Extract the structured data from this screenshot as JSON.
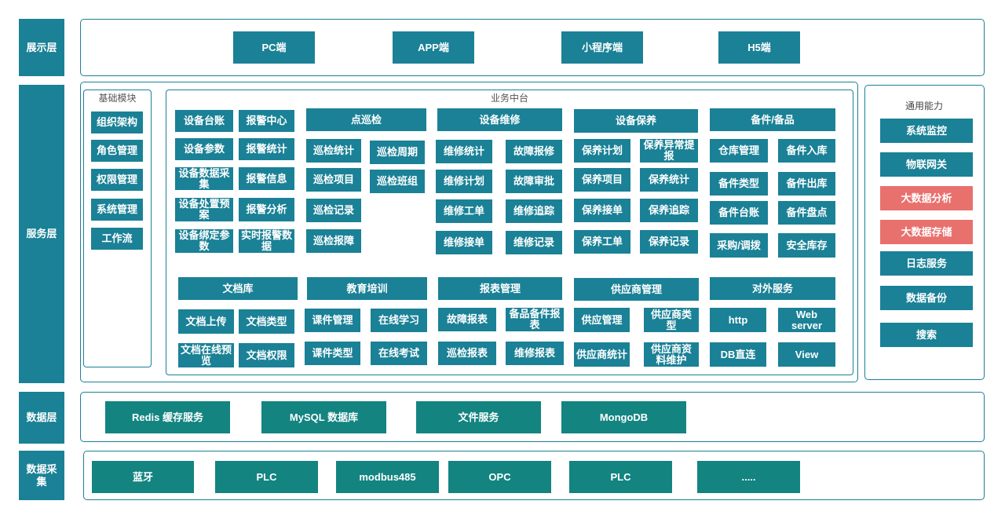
{
  "layers": {
    "presentation": "展示层",
    "service": "服务层",
    "data": "数据层",
    "collection": "数据采集"
  },
  "presentation_items": [
    "PC端",
    "APP端",
    "小程序端",
    "H5端"
  ],
  "base_module": {
    "title": "基础模块",
    "items": [
      "组织架构",
      "角色管理",
      "权限管理",
      "系统管理",
      "工作流"
    ]
  },
  "business": {
    "title": "业务中台",
    "standalone": [
      "设备台账",
      "报警中心",
      "设备参数",
      "报警统计",
      "设备数据采集",
      "报警信息",
      "设备处置预案",
      "报警分析",
      "设备绑定参数",
      "实时报警数据"
    ],
    "inspection": {
      "header": "点巡检",
      "items": [
        "巡检统计",
        "巡检周期",
        "巡检项目",
        "巡检班组",
        "巡检记录",
        "巡检报障"
      ]
    },
    "repair": {
      "header": "设备维修",
      "items": [
        "维修统计",
        "故障报修",
        "维修计划",
        "故障审批",
        "维修工单",
        "维修追踪",
        "维修接单",
        "维修记录"
      ]
    },
    "maintenance": {
      "header": "设备保养",
      "items": [
        "保养计划",
        "保养异常提报",
        "保养项目",
        "保养统计",
        "保养接单",
        "保养追踪",
        "保养工单",
        "保养记录"
      ]
    },
    "spares": {
      "header": "备件/备品",
      "items": [
        "仓库管理",
        "备件入库",
        "备件类型",
        "备件出库",
        "备件台账",
        "备件盘点",
        "采购/调拨",
        "安全库存"
      ]
    },
    "docs": {
      "header": "文档库",
      "items": [
        "文档上传",
        "文档类型",
        "文档在线预览",
        "文档权限"
      ]
    },
    "training": {
      "header": "教育培训",
      "items": [
        "课件管理",
        "在线学习",
        "课件类型",
        "在线考试"
      ]
    },
    "reports": {
      "header": "报表管理",
      "items": [
        "故障报表",
        "备品备件报表",
        "巡检报表",
        "维修报表"
      ]
    },
    "suppliers": {
      "header": "供应商管理",
      "items": [
        "供应管理",
        "供应商类型",
        "供应商统计",
        "供应商资料维护"
      ]
    },
    "external": {
      "header": "对外服务",
      "items": [
        "http",
        "Web server",
        "DB直连",
        "View"
      ]
    }
  },
  "common": {
    "title": "通用能力",
    "items": [
      "系统监控",
      "物联网关",
      "大数据分析",
      "大数据存储",
      "日志服务",
      "数据备份",
      "搜索"
    ],
    "highlight_color": "#e8716e"
  },
  "data_items": [
    "Redis 缓存服务",
    "MySQL 数据库",
    "文件服务",
    "MongoDB"
  ],
  "collection_items": [
    "蓝牙",
    "PLC",
    "modbus485",
    "OPC",
    "PLC",
    "....."
  ],
  "colors": {
    "primary": "#1a8196",
    "storage": "#138480",
    "accent": "#e8716e"
  }
}
